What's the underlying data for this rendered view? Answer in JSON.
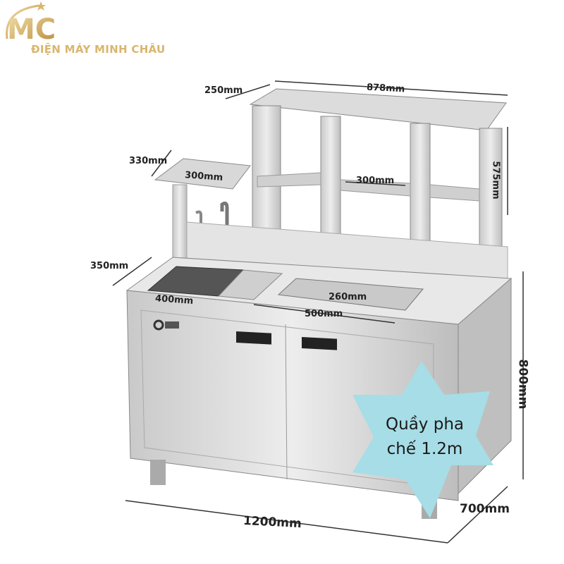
{
  "brand": {
    "logo_text": "ĐIỆN MÁY MINH CHÂU",
    "logo_monogram": "MC",
    "gold": "#d9b66e"
  },
  "product_logo": {
    "icon": "brand-swirl-icon"
  },
  "dimensions": {
    "shelf_depth": "250mm",
    "shelf_width": "878mm",
    "side_shelf_depth": "330mm",
    "side_shelf_width": "300mm",
    "shelf_gap": "300mm",
    "shelf_height": "575mm",
    "sink_depth": "350mm",
    "sink_width": "400mm",
    "well_width": "260mm",
    "well_outer": "500mm",
    "cabinet_height": "800mm",
    "total_width": "1200mm",
    "total_depth": "700mm"
  },
  "badge": {
    "line1": "Quầy pha",
    "line2": "chế 1.2m",
    "color": "#a7dde6"
  }
}
